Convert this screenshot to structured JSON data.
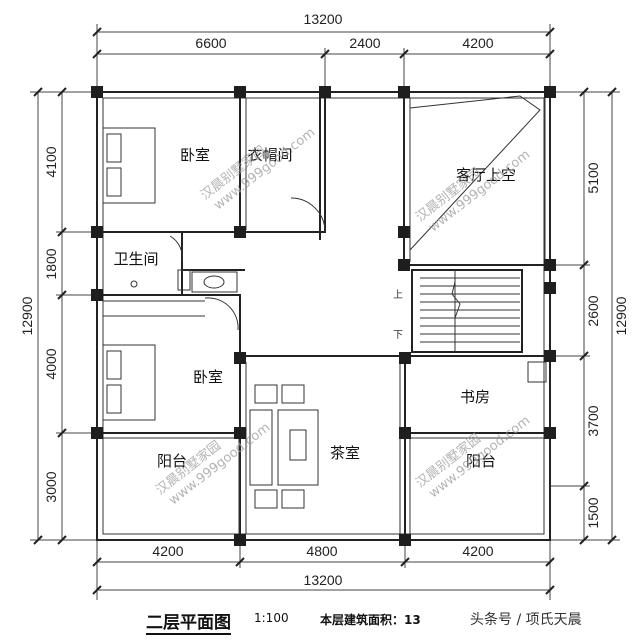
{
  "dimensions": {
    "top_total": "13200",
    "top_segments": [
      "6600",
      "2400",
      "4200"
    ],
    "bottom_segments": [
      "4200",
      "4800",
      "4200"
    ],
    "bottom_total": "13200",
    "left_total": "12900",
    "left_segments": [
      "4100",
      "1800",
      "4000",
      "3000"
    ],
    "right_total": "12900",
    "right_segments": [
      "5100",
      "2600",
      "3700",
      "1500"
    ]
  },
  "rooms": {
    "bedroom_top": "卧室",
    "wardrobe": "衣帽间",
    "living_void": "客厅上空",
    "bathroom": "卫生间",
    "bedroom_bottom": "卧室",
    "study": "书房",
    "tea_room": "茶室",
    "balcony_left": "阳台",
    "balcony_right": "阳台"
  },
  "stairs": {
    "up": "上",
    "down": "下"
  },
  "watermarks": [
    "汉晨别墅家园",
    "www.999good.com"
  ],
  "title": {
    "name": "二层平面图",
    "scale": "1:100",
    "area_label": "本层建筑面积：13",
    "credit": "头条号 / 项氏天晨"
  }
}
